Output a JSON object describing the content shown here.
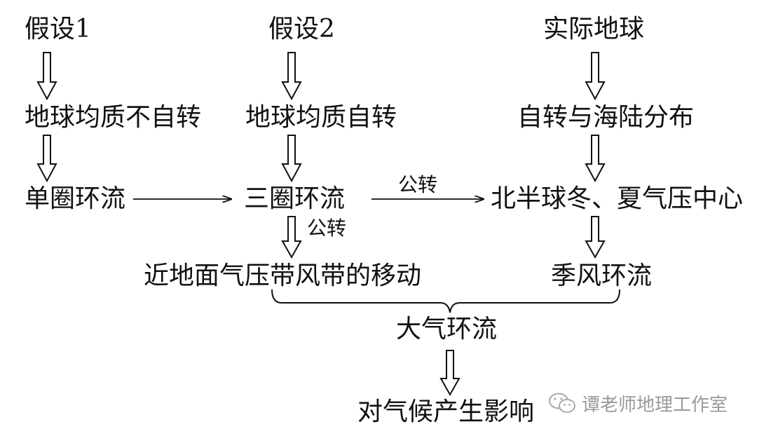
{
  "nodes": {
    "hyp1": "假设1",
    "hyp2": "假设2",
    "actual_earth": "实际地球",
    "uniform_no_rotation": "地球均质不自转",
    "uniform_rotation": "地球均质自转",
    "rotation_land_sea": "自转与海陆分布",
    "single_cell": "单圈环流",
    "three_cell": "三圈环流",
    "nh_pressure_centers": "北半球冬、夏气压中心",
    "belt_shift": "近地面气压带风带的移动",
    "monsoon": "季风环流",
    "general_circulation": "大气环流",
    "climate_impact": "对气候产生影响"
  },
  "edge_labels": {
    "revolution_right": "公转",
    "revolution_down": "公转"
  },
  "watermark": {
    "text": "谭老师地理工作室",
    "icon": "wechat-icon"
  },
  "colors": {
    "text": "#111111",
    "line": "#111111",
    "watermark": "#9a9a9a"
  }
}
